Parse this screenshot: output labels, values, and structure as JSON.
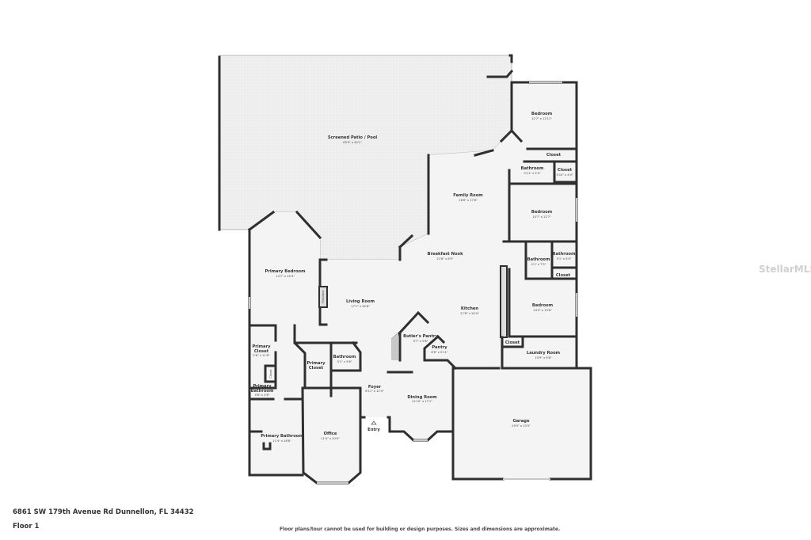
{
  "address": "6861 SW 179th Avenue Rd Dunnellon, FL 34432",
  "floor_label": "Floor 1",
  "disclaimer": "Floor plans/tour cannot be used for building or design purposes. Sizes and dimensions are approximate.",
  "watermark": "StellarMLS",
  "colors": {
    "wall": "#2f2f2f",
    "floor": "#f4f4f4",
    "patio": "#ececec"
  },
  "rooms": {
    "patio": {
      "name": "Screened Patio / Pool",
      "dims": "65'0\" x 44'1\""
    },
    "bedroom1": {
      "name": "Bedroom",
      "dims": "12'7\" x 12'11\""
    },
    "closet1": {
      "name": "Closet"
    },
    "bathroom1": {
      "name": "Bathroom",
      "dims": "9'11\" x 5'5\""
    },
    "closet2": {
      "name": "Closet",
      "dims": "4'10\" x 4'4\""
    },
    "family": {
      "name": "Family Room",
      "dims": "16'6\" x 17'8\""
    },
    "bedroom2": {
      "name": "Bedroom",
      "dims": "14'7\" x 12'7\""
    },
    "nook": {
      "name": "Breakfast Nook",
      "dims": "21'8\" x 8'5\""
    },
    "bathroom2": {
      "name": "Bathroom",
      "dims": "5'1\" x 7'5\""
    },
    "bathroom3": {
      "name": "Bathroom",
      "dims": "5'1\" x 5'4\""
    },
    "closet3": {
      "name": "Closet"
    },
    "primary_bedroom": {
      "name": "Primary Bedroom",
      "dims": "14'7\" x 24'3\""
    },
    "living": {
      "name": "Living Room",
      "dims": "17'1\" x 30'8\""
    },
    "fireplace": {
      "name": "Fireplace"
    },
    "kitchen": {
      "name": "Kitchen",
      "dims": "27'8\" x 20'4\""
    },
    "bedroom3": {
      "name": "Bedroom",
      "dims": "14'3\" x 13'8\""
    },
    "butlers_pantry": {
      "name": "Butler's Pantry",
      "dims": "9'7\" x 9'8\""
    },
    "pantry": {
      "name": "Pantry",
      "dims": "6'8\" x 5'11\""
    },
    "closet4": {
      "name": "Closet"
    },
    "laundry": {
      "name": "Laundry Room",
      "dims": "10'9\" x 6'8\""
    },
    "primary_closet1": {
      "name1": "Primary",
      "name2": "Closet",
      "dims": "5'6\" x 11'8\""
    },
    "primary_closet2": {
      "name1": "Primary",
      "name2": "Closet"
    },
    "bathroom4": {
      "name": "Bathroom",
      "dims": "5'1\" x 5'6\""
    },
    "closet5": {
      "name": "Closet"
    },
    "primary_bath_small": {
      "name1": "Primary",
      "name2": "Bathroom",
      "dims": "5'6\" x 3'6\""
    },
    "foyer": {
      "name": "Foyer",
      "dims": "6'11\" x 12'4\""
    },
    "dining": {
      "name": "Dining Room",
      "dims": "12'10\" x 17'1\""
    },
    "garage": {
      "name": "Garage",
      "dims": "29'5\" x 23'3\""
    },
    "entry": {
      "name": "Entry"
    },
    "primary_bath": {
      "name": "Primary Bathroom",
      "dims": "11'4\" x 16'8\""
    },
    "office": {
      "name": "Office",
      "dims": "11'4\" x 20'0\""
    }
  }
}
